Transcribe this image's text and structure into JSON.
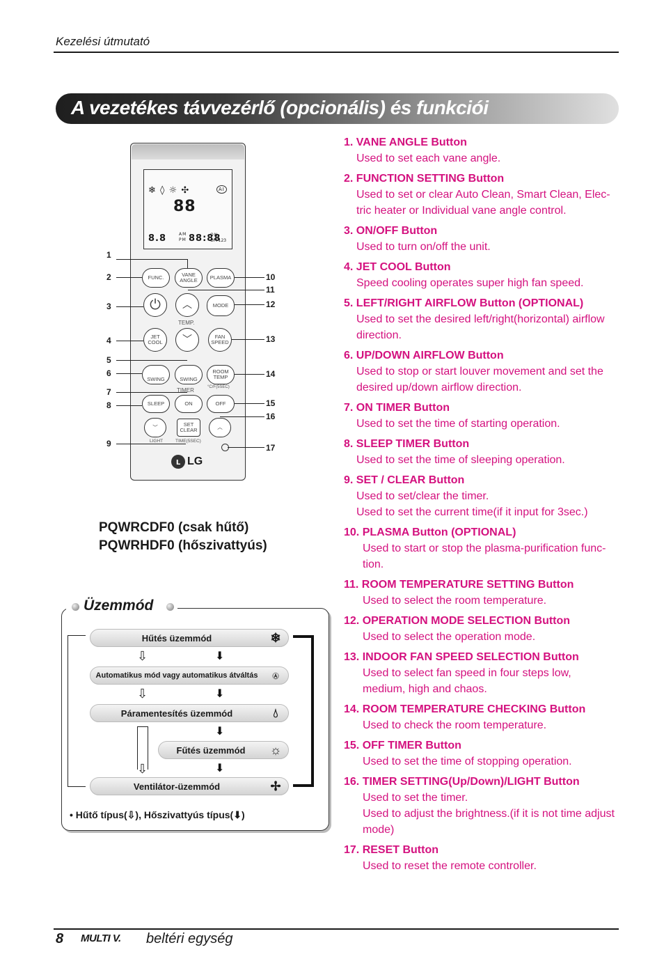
{
  "header": {
    "text": "Kezelési útmutató"
  },
  "banner": {
    "title": "A vezetékes távvezérlő (opcionális) és funkciói"
  },
  "functions": [
    {
      "title": "1. VANE ANGLE Button",
      "desc": [
        "Used to set each vane angle."
      ]
    },
    {
      "title": "2. FUNCTION SETTING Button",
      "desc": [
        "Used to set or clear Auto Clean, Smart Clean, Elec-",
        "tric heater or Individual vane angle control."
      ]
    },
    {
      "title": "3. ON/OFF Button",
      "desc": [
        "Used to turn on/off the unit."
      ]
    },
    {
      "title": "4. JET COOL Button",
      "desc": [
        "Speed cooling operates super high fan speed."
      ]
    },
    {
      "title": "5. LEFT/RIGHT AIRFLOW Button (OPTIONAL)",
      "desc": [
        "Used to set the desired left/right(horizontal) airflow",
        "direction."
      ]
    },
    {
      "title": "6. UP/DOWN AIRFLOW Button",
      "desc": [
        "Used to stop or start louver movement and set the",
        "desired up/down airflow direction."
      ]
    },
    {
      "title": "7. ON TIMER Button",
      "desc": [
        "Used to set the time of starting operation."
      ]
    },
    {
      "title": "8. SLEEP TIMER Button",
      "desc": [
        "Used to set the time of sleeping operation."
      ]
    },
    {
      "title": "9. SET / CLEAR Button",
      "desc": [
        "Used to set/clear the timer.",
        "Used to set the current time(if it input for 3sec.)"
      ]
    },
    {
      "title": "10. PLASMA Button (OPTIONAL)",
      "desc": [
        "Used to start or stop the plasma-purification  func-",
        "tion."
      ]
    },
    {
      "title": "11. ROOM TEMPERATURE SETTING Button",
      "desc": [
        "Used to select the room temperature."
      ]
    },
    {
      "title": "12. OPERATION MODE SELECTION Button",
      "desc": [
        "Used to select the operation mode."
      ]
    },
    {
      "title": "13. INDOOR FAN SPEED SELECTION Button",
      "desc": [
        "Used to select fan speed in four steps low,",
        "medium, high and chaos."
      ]
    },
    {
      "title": "14. ROOM TEMPERATURE CHECKING Button",
      "desc": [
        "Used to check the room temperature."
      ]
    },
    {
      "title": "15. OFF TIMER Button",
      "desc": [
        "Used to set the time of stopping operation."
      ]
    },
    {
      "title": "16. TIMER SETTING(Up/Down)/LIGHT Button",
      "desc": [
        "Used to set the timer.",
        "Used to adjust the brightness.(if it is not time adjust",
        "mode)"
      ]
    },
    {
      "title": "17. RESET Button",
      "desc": [
        "Used to reset the remote controller."
      ]
    }
  ],
  "remote": {
    "buttons": {
      "func": "FUNC.",
      "vane_1": "VANE",
      "vane_2": "ANGLE",
      "plasma": "PLASMA",
      "mode": "MODE",
      "temp": "TEMP.",
      "jet_1": "JET",
      "jet_2": "COOL",
      "fan_1": "FAN",
      "fan_2": "SPEED",
      "swing": "SWING",
      "room_1": "ROOM",
      "room_2": "TEMP",
      "room_unit": "°C/F(5SEC)",
      "timer": "TIMER",
      "sleep": "SLEEP",
      "on": "ON",
      "off": "OFF",
      "set_1": "SET",
      "set_2": "CLEAR",
      "light": "LIGHT",
      "time": "TIME(5SEC)"
    },
    "lcd": {
      "digits_big": "88",
      "digits_small": "8.8",
      "am": "AM",
      "pm": "PM",
      "hr": "hr.",
      "time": "88:88",
      "on": "ON",
      "off": "OFF123",
      "ai": "AI"
    },
    "brand": "LG",
    "callouts_left": [
      "1",
      "2",
      "3",
      "4",
      "5",
      "6",
      "7",
      "8",
      "9"
    ],
    "callouts_right": [
      "10",
      "11",
      "12",
      "13",
      "14",
      "15",
      "16",
      "17"
    ]
  },
  "models": {
    "line1": "PQWRCDF0 (csak hűtő)",
    "line2": "PQWRHDF0 (hőszivattyús)"
  },
  "modes": {
    "title": "Üzemmód",
    "items": {
      "cooling": "Hűtés üzemmód",
      "auto": "Automatikus mód vagy automatikus átváltás",
      "dehumid": "Páramentesítés üzemmód",
      "heating": "Fűtés üzemmód",
      "fan": "Ventilátor-üzemmód"
    },
    "icons": {
      "cooling": "snowflake-icon",
      "auto": "ai-icon",
      "dehumid": "droplet-icon",
      "heating": "sun-icon",
      "fan": "fan-icon"
    },
    "note_prefix": "• Hűtő típus(",
    "note_mid": "), Hőszivattyús típus(",
    "note_suffix": ")"
  },
  "footer": {
    "page": "8",
    "logo": "MULTI V.",
    "text": "beltéri egység"
  },
  "colors": {
    "accent": "#d4117f"
  }
}
